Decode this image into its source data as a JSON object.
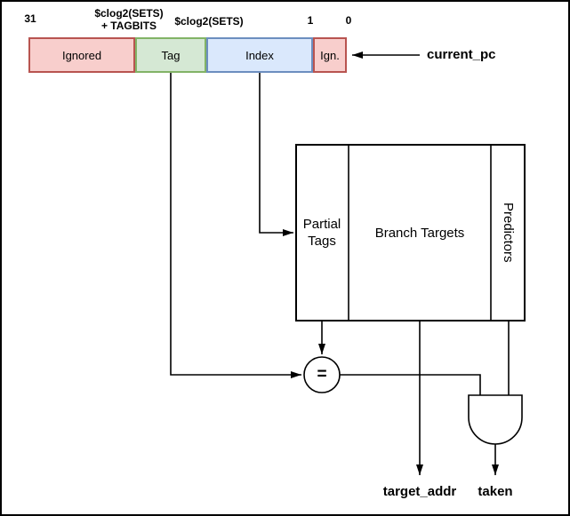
{
  "bit_labels": {
    "bit31": "31",
    "tag_upper_line1": "$clog2(SETS)",
    "tag_upper_line2": "+ TAGBITS",
    "index_upper": "$clog2(SETS)",
    "bit1": "1",
    "bit0": "0"
  },
  "pc_register": {
    "fields": [
      {
        "name": "ignored",
        "label": "Ignored",
        "fill": "#f8cecc",
        "stroke": "#b85450"
      },
      {
        "name": "tag",
        "label": "Tag",
        "fill": "#d5e8d4",
        "stroke": "#82b366"
      },
      {
        "name": "index",
        "label": "Index",
        "fill": "#dae8fc",
        "stroke": "#6c8ebf"
      },
      {
        "name": "ign",
        "label": "Ign.",
        "fill": "#f8cecc",
        "stroke": "#b85450"
      }
    ]
  },
  "signals": {
    "current_pc": "current_pc",
    "target_addr": "target_addr",
    "taken": "taken"
  },
  "btb_table": {
    "columns": [
      {
        "label": "Partial Tags"
      },
      {
        "label": "Branch Targets"
      },
      {
        "label": "Predictors"
      }
    ]
  },
  "comparator_label": "=",
  "colors": {
    "wire": "#000000",
    "background": "#ffffff"
  }
}
